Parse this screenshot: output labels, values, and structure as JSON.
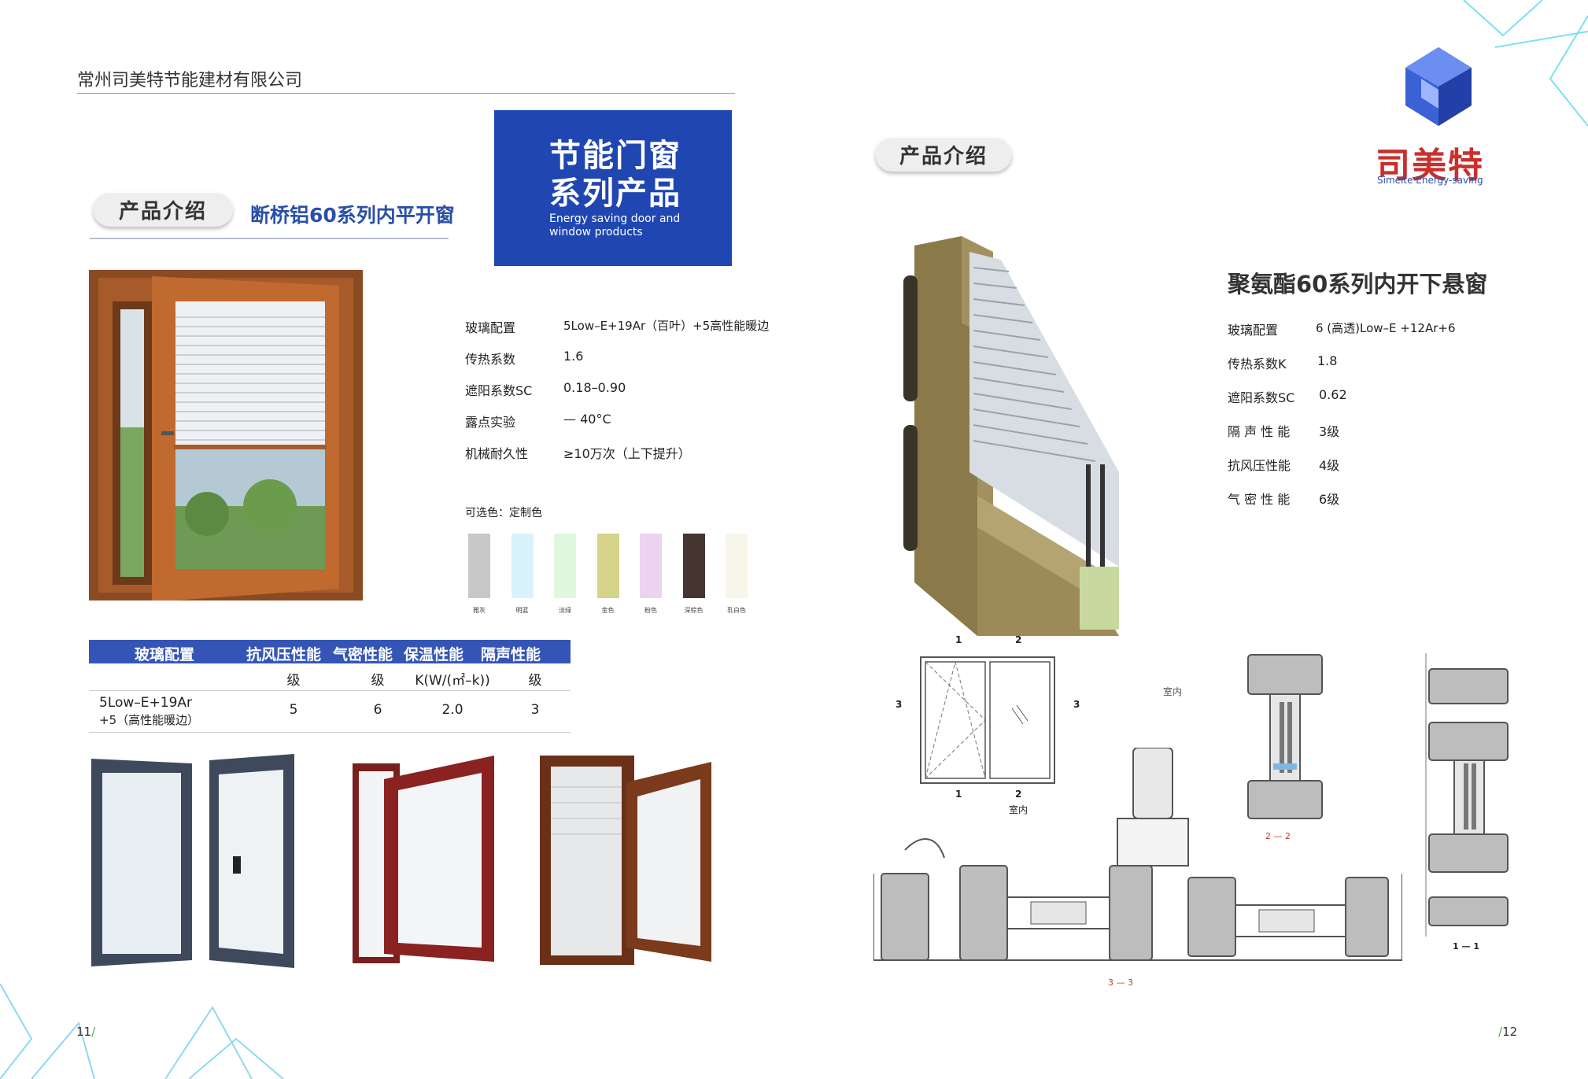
{
  "company_name": "常州司美特节能建材有限公司",
  "left_page": {
    "intro_pill": "产品介绍",
    "section_title": "断桥铝60系列内平开窗",
    "banner": {
      "title_line1": "节能门窗",
      "title_line2": "系列产品",
      "subtitle_line1": "Energy saving door and",
      "subtitle_line2": "window products"
    },
    "specs": [
      {
        "label": "玻璃配置",
        "value": "5Low–E+19Ar（百叶）+5高性能暖边"
      },
      {
        "label": "传热系数",
        "value": "1.6"
      },
      {
        "label": "遮阳系数SC",
        "value": "0.18–0.90"
      },
      {
        "label": "露点实验",
        "value": "— 40°C"
      },
      {
        "label": "机械耐久性",
        "value": "≥10万次（上下提升）"
      }
    ],
    "colors_label": "可选色：定制色",
    "swatches": [
      {
        "name": "雅灰",
        "color": "#c8c8c8"
      },
      {
        "name": "明蓝",
        "color": "#d8f3fb"
      },
      {
        "name": "淡绿",
        "color": "#def7de"
      },
      {
        "name": "金色",
        "color": "#d6d38a"
      },
      {
        "name": "粉色",
        "color": "#ecd3ef"
      },
      {
        "name": "深棕色",
        "color": "#453530"
      },
      {
        "name": "乳白色",
        "color": "#f8f6ea"
      }
    ],
    "table": {
      "headers": [
        "玻璃配置",
        "抗风压性能",
        "气密性能",
        "保温性能",
        "隔声性能"
      ],
      "units": [
        "",
        "级",
        "级",
        "K(W/(㎡–k))",
        "级"
      ],
      "row": {
        "glass_line1": "5Low–E+19Ar",
        "glass_line2": "+5（高性能暖边）",
        "values": [
          "5",
          "6",
          "2.0",
          "3"
        ]
      }
    },
    "page_number": "11"
  },
  "right_page": {
    "intro_pill": "产品介绍",
    "brand_name": "司美特",
    "brand_sub": "Simeite Energy-saving",
    "product_title": "聚氨酯60系列内开下悬窗",
    "specs": [
      {
        "label": "玻璃配置",
        "value": "6 (高透)Low–E +12Ar+6"
      },
      {
        "label": "传热系数K",
        "value": "1.8"
      },
      {
        "label": "遮阳系数SC",
        "value": "0.62"
      },
      {
        "label": "隔 声 性 能",
        "value": "3级"
      },
      {
        "label": "抗风压性能",
        "value": "4级"
      },
      {
        "label": "气 密 性 能",
        "value": "6级"
      }
    ],
    "drawing_labels": {
      "n1_top": "1",
      "n2_top": "2",
      "n3_left": "3",
      "n3_right": "3",
      "n1_bottom": "1",
      "n2_bottom": "2",
      "indoor_top": "室内",
      "indoor_bottom": "室内",
      "section_22": "2 — 2",
      "section_11": "1 — 1",
      "section_33": "3 — 3"
    },
    "page_number": "12"
  },
  "colors": {
    "accent_blue": "#2046b2",
    "table_blue": "#3555b6",
    "brand_red": "#c8302c"
  }
}
